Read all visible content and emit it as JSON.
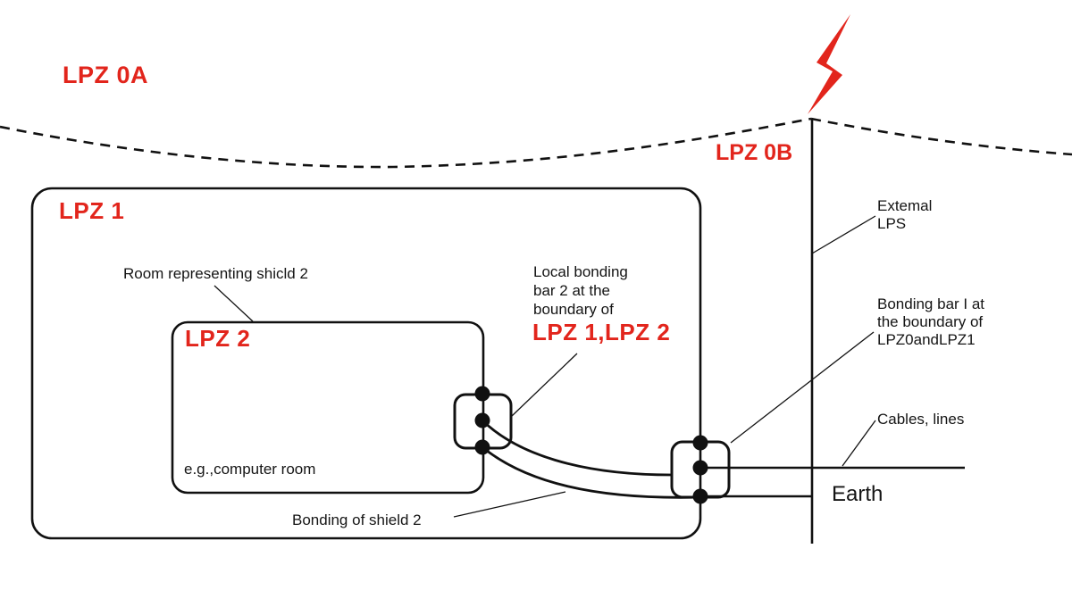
{
  "labels": {
    "lpz_0a": "LPZ 0A",
    "lpz_0b": "LPZ 0B",
    "lpz_1": "LPZ 1",
    "lpz_2": "LPZ 2",
    "lpz_1_lpz_2": "LPZ 1,LPZ 2",
    "room_shield": "Room representing shicld 2",
    "local_bonding_bar2": {
      "lines": [
        "Local bonding",
        "bar 2 at the",
        "boundary of"
      ]
    },
    "computer_room": "e.g.,computer room",
    "bonding_of_shield2": "Bonding of shield 2",
    "external_lps": {
      "lines": [
        "Extemal",
        "LPS"
      ]
    },
    "bonding_bar_1": {
      "lines": [
        "Bonding bar I at",
        "the boundary of",
        "LPZ0andLPZ1"
      ]
    },
    "cables_lines": "Cables, lines",
    "earth": "Earth"
  },
  "icons": {
    "lightning_bolt": "lightning strike hitting external LPS mast"
  },
  "colors": {
    "accent_red": "#e2251c",
    "line_black": "#111111",
    "background": "#ffffff"
  }
}
